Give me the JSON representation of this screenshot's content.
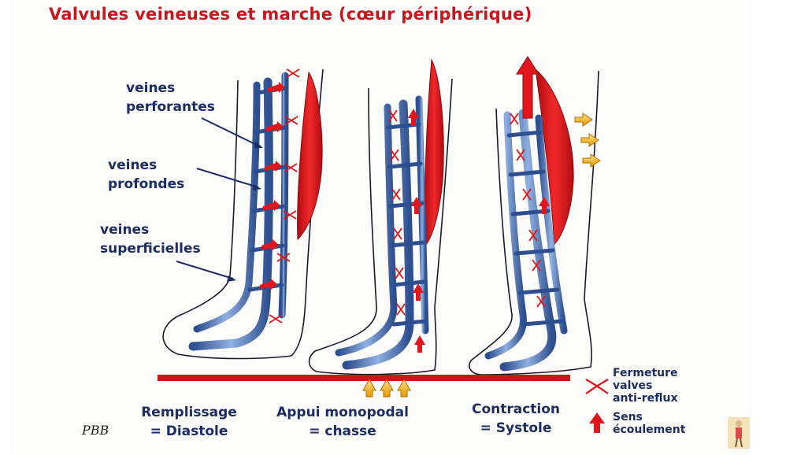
{
  "title": "Valvules veineuses et marche (cœur périphérique)",
  "labels": {
    "perforantes": [
      "veines",
      "perforantes"
    ],
    "profondes": [
      "veines",
      "profondes"
    ],
    "superficielles": [
      "veines",
      "superficielles"
    ]
  },
  "phases": [
    {
      "line1": "Remplissage",
      "line2": "= Diastole"
    },
    {
      "line1": "Appui monopodal",
      "line2": "= chasse"
    },
    {
      "line1": "Contraction",
      "line2": "= Systole"
    }
  ],
  "legend": {
    "valves_line1": "Fermeture",
    "valves_line2": "valves",
    "valves_line3": "anti-reflux",
    "flow_line1": "Sens",
    "flow_line2": "écoulement"
  },
  "signature": "PBB",
  "colors": {
    "title": "#c8161d",
    "text": "#1c2d63",
    "vein": "#5a84c2",
    "muscle": "#e0161c",
    "ground": "#cc1419",
    "push_arrow": "#f3b800"
  }
}
